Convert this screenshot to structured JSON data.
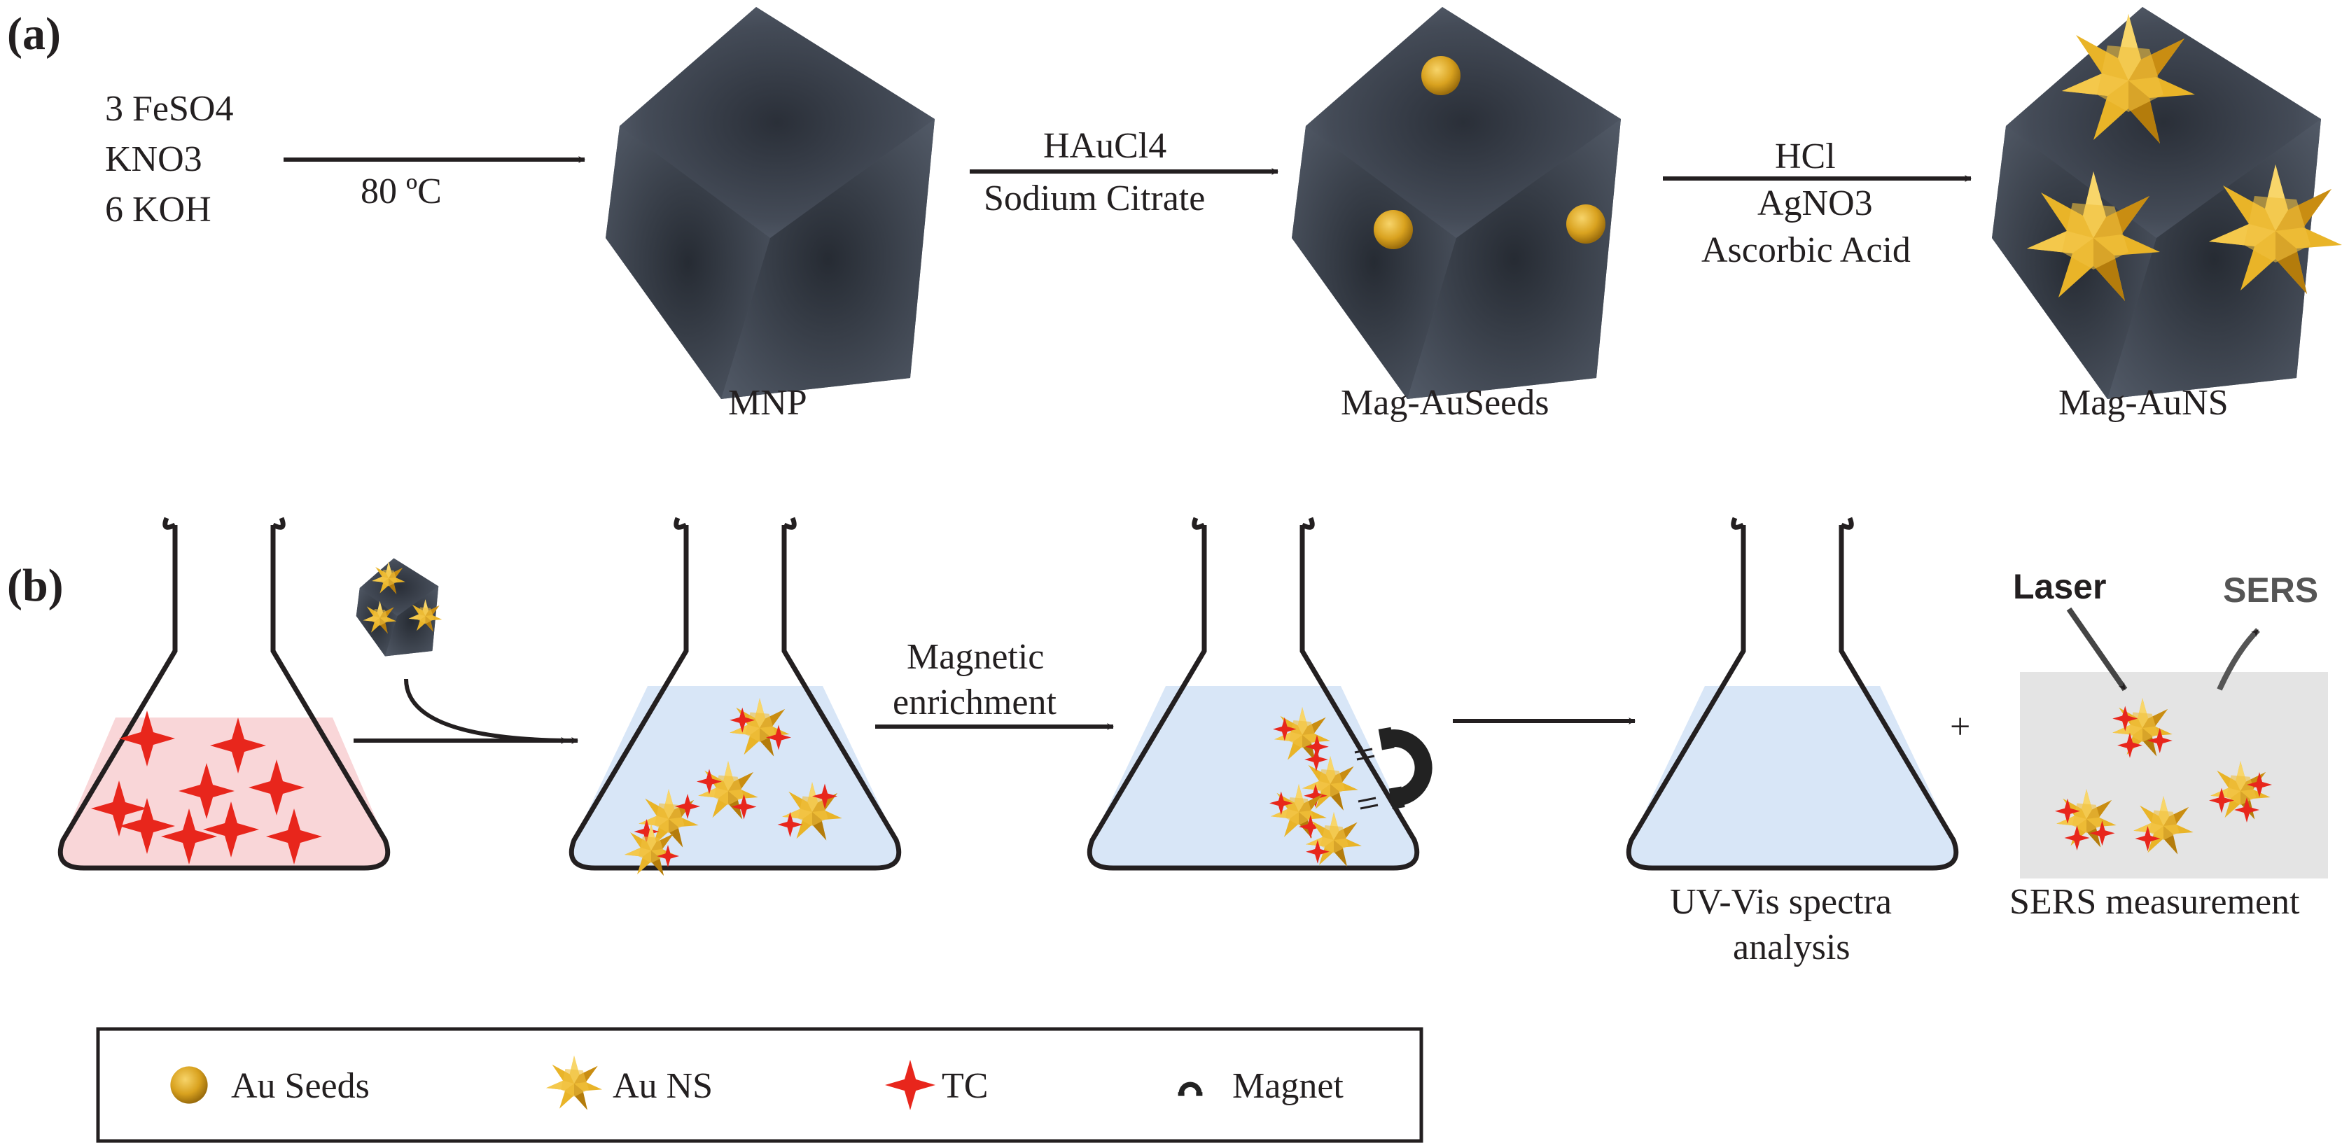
{
  "panel_a": {
    "label": "(a)",
    "reactants": [
      "3 FeSO4",
      "KNO3",
      "6 KOH"
    ],
    "step1_condition": "80 ºC",
    "step2_reagents": [
      "HAuCl4",
      "Sodium Citrate"
    ],
    "step3_reagents": [
      "HCl",
      "AgNO3",
      "Ascorbic Acid"
    ],
    "products": [
      "MNP",
      "Mag-AuSeeds",
      "Mag-AuNS"
    ]
  },
  "panel_b": {
    "label": "(b)",
    "enrichment_label": [
      "Magnetic",
      "enrichment"
    ],
    "uvvis_label": [
      "UV-Vis spectra",
      "analysis"
    ],
    "plus": "+",
    "laser_label": "Laser",
    "sers_label": "SERS",
    "sers_measurement_label": "SERS measurement"
  },
  "legend": {
    "items": [
      {
        "label": "Au Seeds",
        "icon": "au-seed-icon"
      },
      {
        "label": "Au NS",
        "icon": "au-nanostar-icon"
      },
      {
        "label": "TC",
        "icon": "tc-star-icon"
      },
      {
        "label": "Magnet",
        "icon": "magnet-icon"
      }
    ]
  },
  "colors": {
    "cube": "#3a414c",
    "gold": "#d9a21f",
    "tc_red": "#e8261c",
    "pink_liquid": "#f9d6d8",
    "blue_liquid": "#d8e6f7",
    "sers_substrate": "#e4e4e4"
  }
}
